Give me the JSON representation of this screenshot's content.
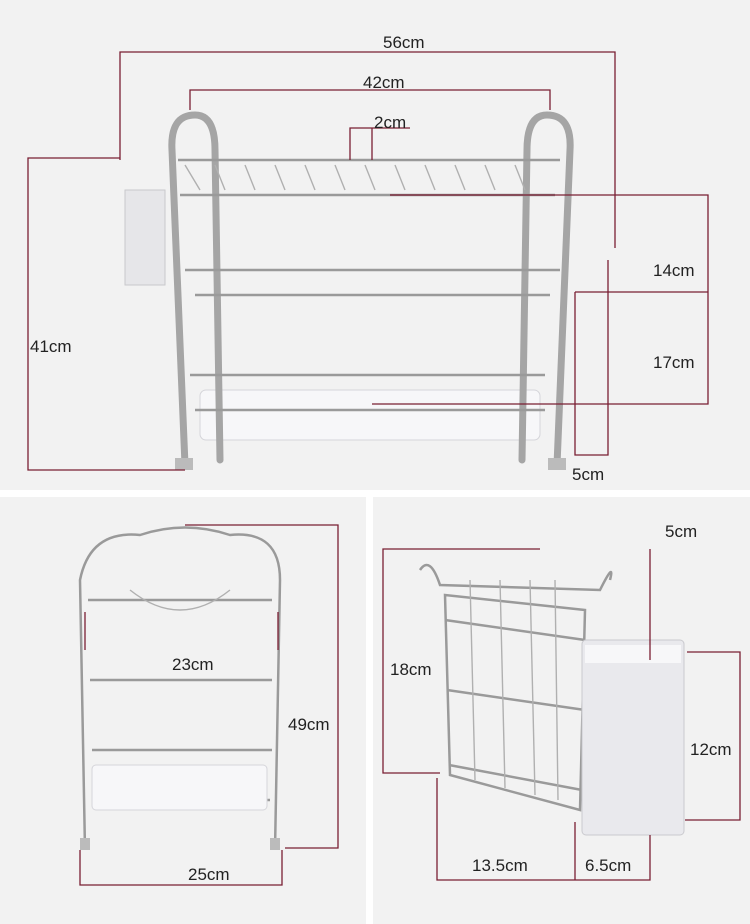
{
  "top_view": {
    "width_overall": "56cm",
    "width_inner": "42cm",
    "wire_spacing": "2cm",
    "height_overall": "41cm",
    "shelf_gap_upper": "14cm",
    "shelf_gap_lower": "17cm",
    "foot_depth": "5cm"
  },
  "side_view": {
    "shelf_depth": "23cm",
    "height": "49cm",
    "base_depth": "25cm"
  },
  "holder_view": {
    "cup_width": "5cm",
    "rack_height": "18cm",
    "cup_height": "12cm",
    "rack_width": "13.5cm",
    "cup_depth": "6.5cm"
  },
  "colors": {
    "dimension_line": "#7a1f33",
    "background": "#f2f2f2"
  }
}
